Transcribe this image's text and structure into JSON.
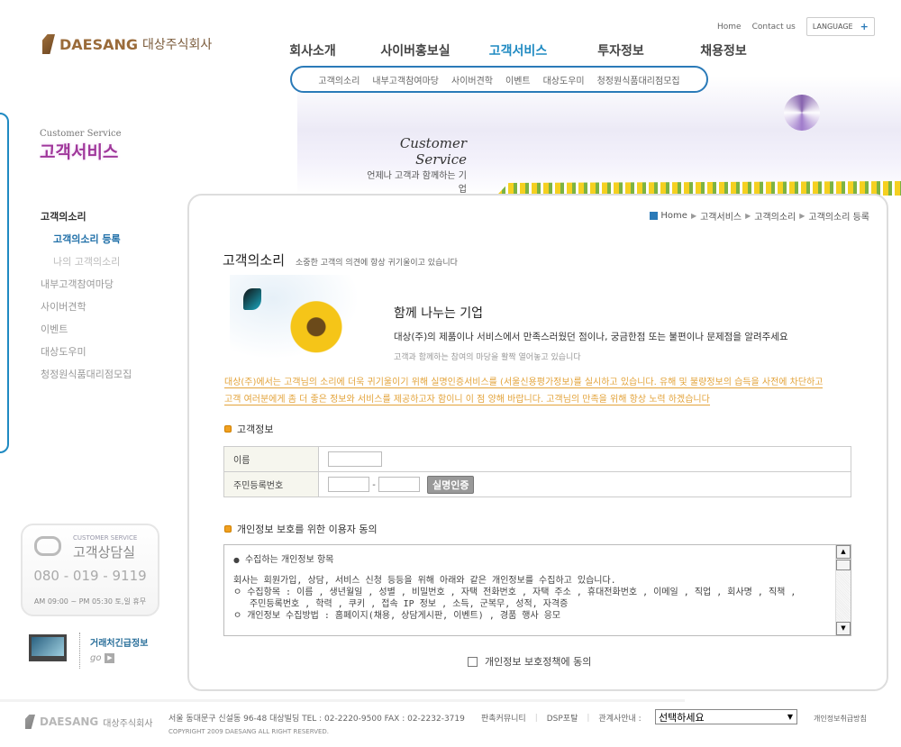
{
  "util": {
    "home": "Home",
    "contact": "Contact us",
    "language": "LANGUAGE",
    "lang_icon": "+"
  },
  "logo": {
    "en": "DAESANG",
    "ko": "대상주식회사"
  },
  "gnb": [
    "회사소개",
    "사이버홍보실",
    "고객서비스",
    "투자정보",
    "채용정보"
  ],
  "snb": [
    "고객의소리",
    "내부고객참여마당",
    "사이버견학",
    "이벤트",
    "대상도우미",
    "청정원식품대리점모집"
  ],
  "banner": {
    "title": "Customer Service",
    "subtitle": "언제나 고객과 함께하는 기업"
  },
  "left": {
    "en": "Customer Service",
    "ko": "고객서비스",
    "menu": [
      {
        "label": "고객의소리",
        "type": "h"
      },
      {
        "label": "고객의소리 등록",
        "type": "sub on"
      },
      {
        "label": "나의 고객의소리",
        "type": "sub off"
      },
      {
        "label": "내부고객참여마당",
        "type": ""
      },
      {
        "label": "사이버견학",
        "type": ""
      },
      {
        "label": "이벤트",
        "type": ""
      },
      {
        "label": "대상도우미",
        "type": ""
      },
      {
        "label": "청정원식품대리점모집",
        "type": ""
      }
    ]
  },
  "call": {
    "en": "CUSTOMER SERVICE",
    "title": "고객상담실",
    "phone": "080 - 019 - 9119",
    "hours": "AM 09:00 ~ PM 05:30 토,일 휴무"
  },
  "partner": {
    "label": "거래처긴급정보",
    "go": "go"
  },
  "breadcrumb": [
    "Home",
    "고객서비스",
    "고객의소리",
    "고객의소리 등록"
  ],
  "page": {
    "title": "고객의소리",
    "desc": "소중한 고객의 의견에 항상 귀기울이고 있습니다"
  },
  "intro": {
    "heading": "함께 나누는 기업",
    "line1": "대상(주)의 제품이나 서비스에서 만족스러웠던 점이나, 궁금한점 또는 불편이나 문제점을 알려주세요",
    "line2": "고객과 함께하는 참여의 마당을 활짝 열어놓고 있습니다"
  },
  "notice": [
    "대상(주)에서는 고객님의 소리에 더욱 귀기울이기 위해 실명인증서비스를 (서울신용평가정보)를 실시하고 있습니다. 유해 및 불량정보의 습득을 사전에 차단하고",
    "고객 여러분에게 좀 더 좋은 정보와 서비스를 제공하고자 함이니 이 점 양해 바랍니다. 고객님의 만족을 위해 항상 노력 하겠습니다"
  ],
  "customer": {
    "section": "고객정보",
    "name_label": "이름",
    "name_value": "",
    "rrn_label": "주민등록번호",
    "rrn_sep": "-",
    "verify": "실명인증"
  },
  "privacy": {
    "section": "개인정보 보호를 위한 이용자 동의",
    "item_title": "수집하는 개인정보 항목",
    "lines": [
      "회사는 회원가입, 상담, 서비스 신청 등등을 위해 아래와 같은 개인정보를 수집하고 있습니다.",
      "ㅇ 수집항목 : 이름 , 생년월일 , 성별 , 비밀번호 , 자택 전화번호 , 자택 주소 , 휴대전화번호 , 이메일 , 직업 , 회사명 , 직책 ,",
      "   주민등록번호 , 학력 , 쿠키 , 접속 IP 정보 , 소득, 군복무, 성적, 자격증",
      "ㅇ 개인정보 수집방법 : 홈페이지(채용, 상담게시판, 이벤트) , 경품 행사 응모"
    ],
    "agree_label": "개인정보 보호정책에 동의",
    "agreed": false
  },
  "footer": {
    "address": "서울 동대문구 신설동 96-48 대상빌딩 TEL : 02-2220-9500  FAX : 02-2232-3719",
    "copyright": "COPYRIGHT 2009 DAESANG ALL RIGHT RESERVED.",
    "links": [
      "판촉커뮤니티",
      "DSP포탈"
    ],
    "affiliate_label": "관계사안내 :",
    "select": "선택하세요",
    "privacy_policy": "개인정보취급방침"
  }
}
